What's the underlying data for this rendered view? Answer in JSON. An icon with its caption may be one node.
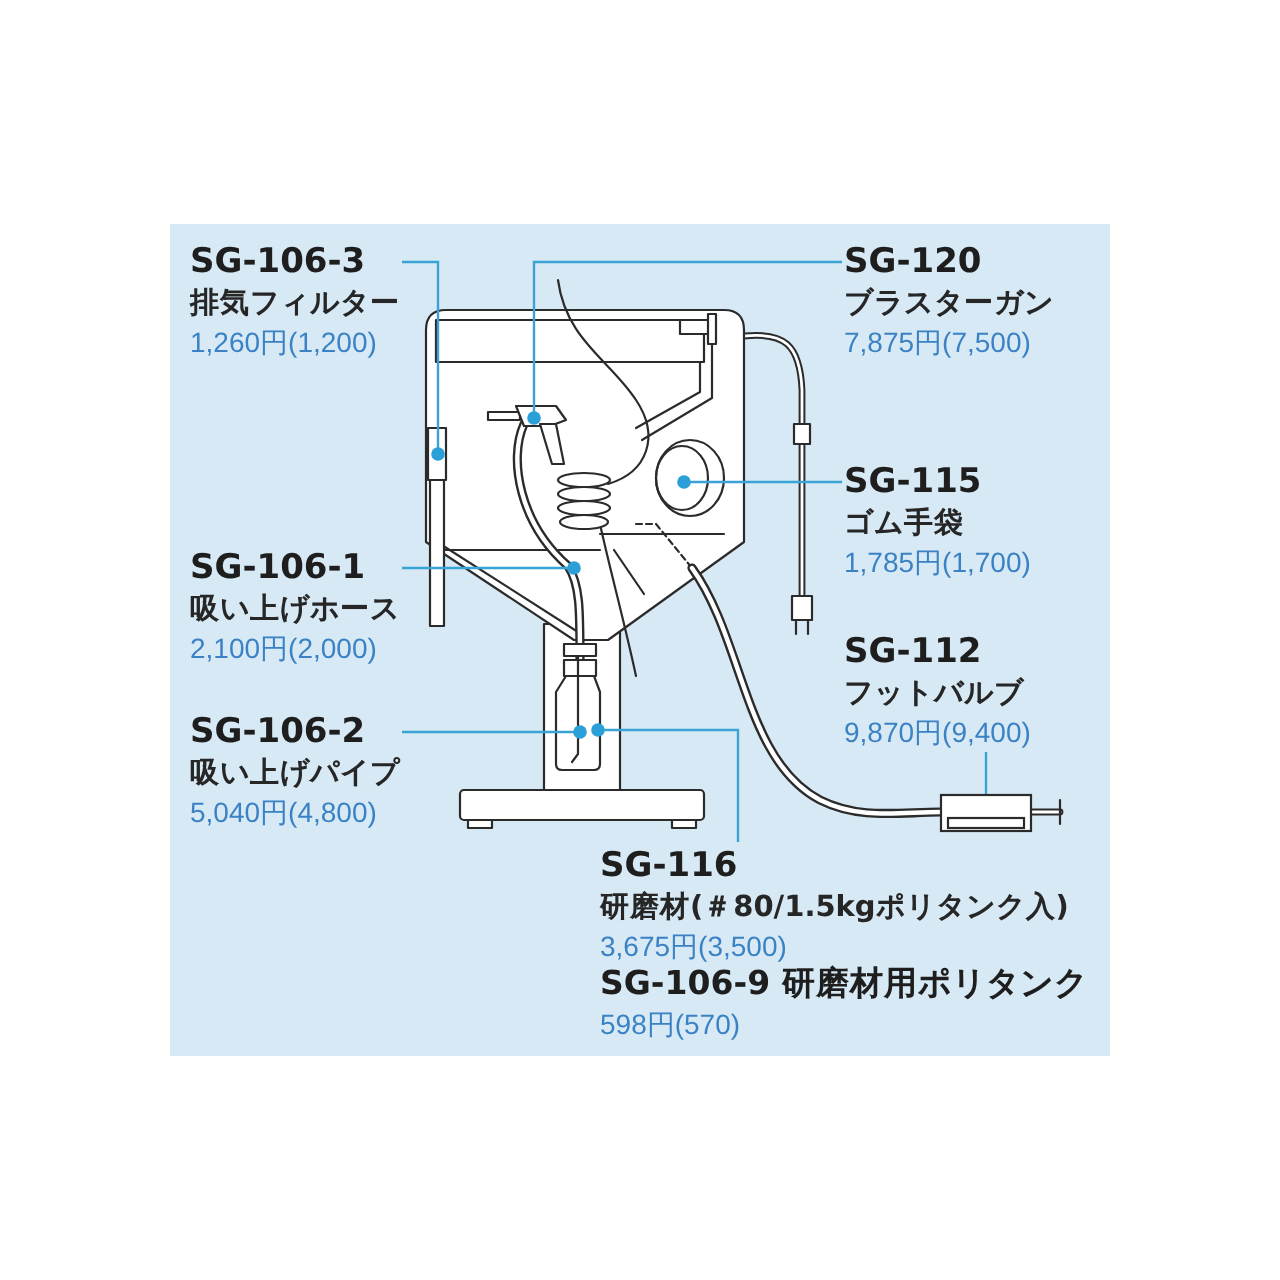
{
  "diagram": {
    "nodes": [
      {
        "text": [
          "SG-106-3",
          "排気フィルター",
          "1,260円(1,200)"
        ]
      },
      {
        "text": [
          "SG-120",
          "ブラスターガン",
          "7,875円(7,500)"
        ]
      },
      {
        "text": [
          "SG-115",
          "ゴム手袋",
          "1,785円(1,700)"
        ]
      },
      {
        "text": [
          "SG-106-1",
          "吸い上げホース",
          "2,100円(2,000)"
        ]
      },
      {
        "text": [
          "SG-112",
          "フットバルブ",
          "9,870円(9,400)"
        ]
      },
      {
        "text": [
          "SG-106-2",
          "吸い上げパイプ",
          "5,040円(4,800)"
        ]
      },
      {
        "text": [
          "SG-116",
          "研磨材(＃80/1.5kgポリタンク入)",
          "3,675円(3,500)"
        ]
      },
      {
        "text": [
          "SG-106-9 研磨材用ポリタンク",
          "598円(570)"
        ]
      },
      {
        "text": [],
        "shape": "box"
      }
    ],
    "edges": [
      {
        "from": 0,
        "to": null,
        "arrow": "none"
      },
      {
        "from": 1,
        "to": null,
        "arrow": "none"
      },
      {
        "from": 2,
        "to": null,
        "arrow": "none"
      },
      {
        "from": 3,
        "to": null,
        "arrow": "none"
      },
      {
        "from": 4,
        "to": 8,
        "arrow": "none"
      },
      {
        "from": 5,
        "to": null,
        "arrow": "none"
      },
      {
        "from": 6,
        "to": null,
        "arrow": "none"
      }
    ]
  }
}
